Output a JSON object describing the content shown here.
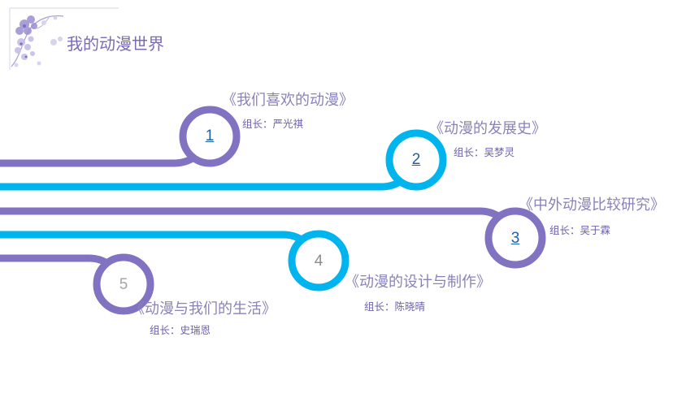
{
  "slide": {
    "title": "我的动漫世界"
  },
  "colors": {
    "purple": "#8272c2",
    "blue": "#00b4ee",
    "title": "#7b6bb5",
    "gray": "#a6a6a6"
  },
  "decoration": {
    "name": "flower-corner-ornament"
  },
  "topics": [
    {
      "number": "1",
      "title": "《我们喜欢的动漫》",
      "leader": "组长：严光祺",
      "line_color": "purple",
      "number_style": "link"
    },
    {
      "number": "2",
      "title": "《动漫的发展史》",
      "leader": "组长：吴梦灵",
      "line_color": "blue",
      "number_style": "link"
    },
    {
      "number": "3",
      "title": "《中外动漫比较研究》",
      "leader": "组长：吴于霖",
      "line_color": "purple",
      "number_style": "link"
    },
    {
      "number": "4",
      "title": "《动漫的设计与制作》",
      "leader": "组长：陈晓晴",
      "line_color": "blue",
      "number_style": "plain"
    },
    {
      "number": "5",
      "title": "《动漫与我们的生活》",
      "leader": "组长：史瑞恩",
      "line_color": "purple",
      "number_style": "plain"
    }
  ]
}
